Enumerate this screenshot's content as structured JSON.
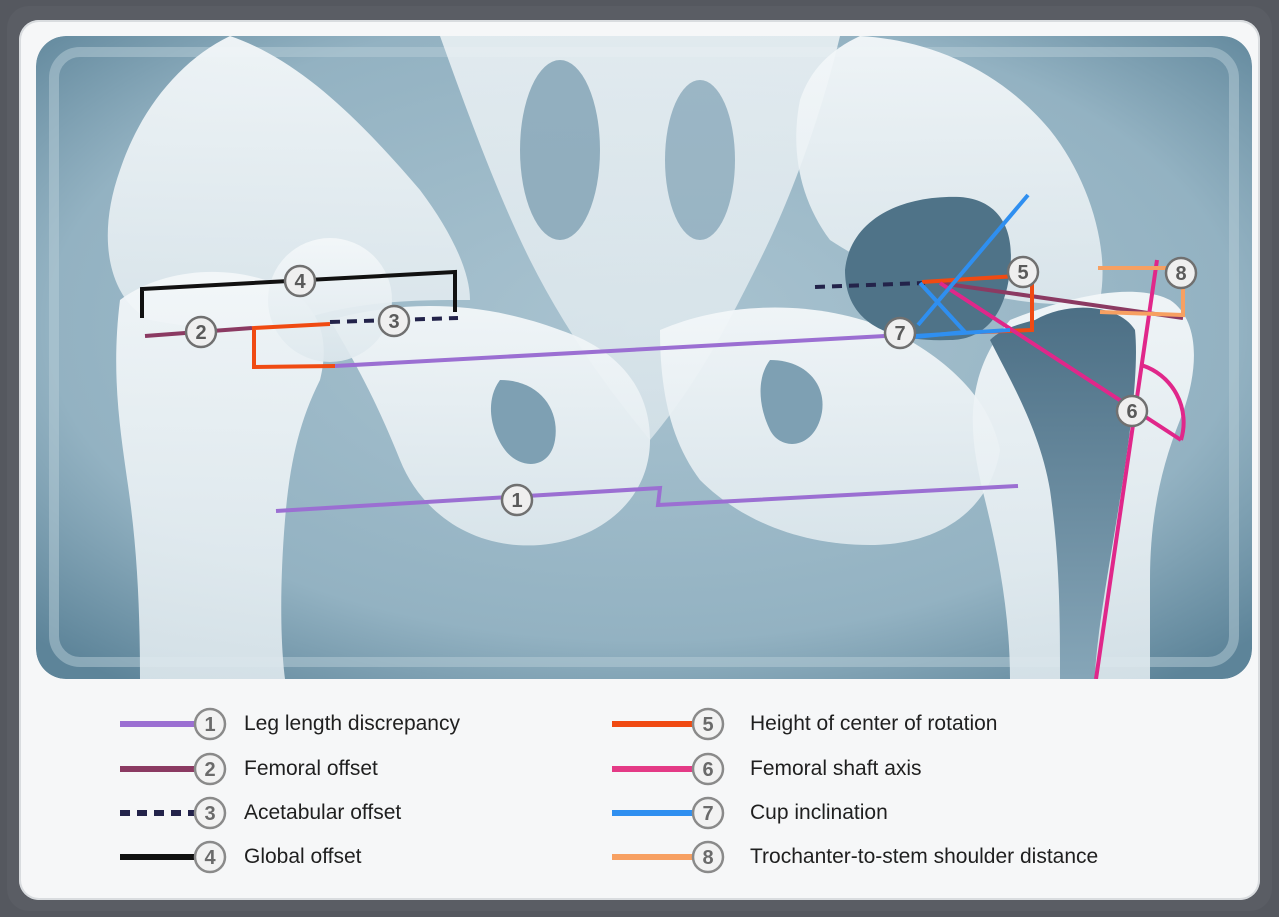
{
  "legend": {
    "items": [
      {
        "num": "1",
        "label": "Leg length discrepancy",
        "color": "#9b6fd2",
        "style": "solid"
      },
      {
        "num": "2",
        "label": "Femoral offset",
        "color": "#8b3a62",
        "style": "solid"
      },
      {
        "num": "3",
        "label": "Acetabular offset",
        "color": "#23234a",
        "style": "dashed"
      },
      {
        "num": "4",
        "label": "Global offset",
        "color": "#111111",
        "style": "solid"
      },
      {
        "num": "5",
        "label": "Height of center of rotation",
        "color": "#f04a12",
        "style": "solid"
      },
      {
        "num": "6",
        "label": "Femoral shaft axis",
        "color": "#e43a86",
        "style": "solid"
      },
      {
        "num": "7",
        "label": "Cup inclination",
        "color": "#2f8ff0",
        "style": "solid"
      },
      {
        "num": "8",
        "label": "Trochanter-to-stem shoulder distance",
        "color": "#f7a062",
        "style": "solid"
      }
    ]
  },
  "markers": [
    "1",
    "2",
    "3",
    "4",
    "5",
    "6",
    "7",
    "8"
  ]
}
